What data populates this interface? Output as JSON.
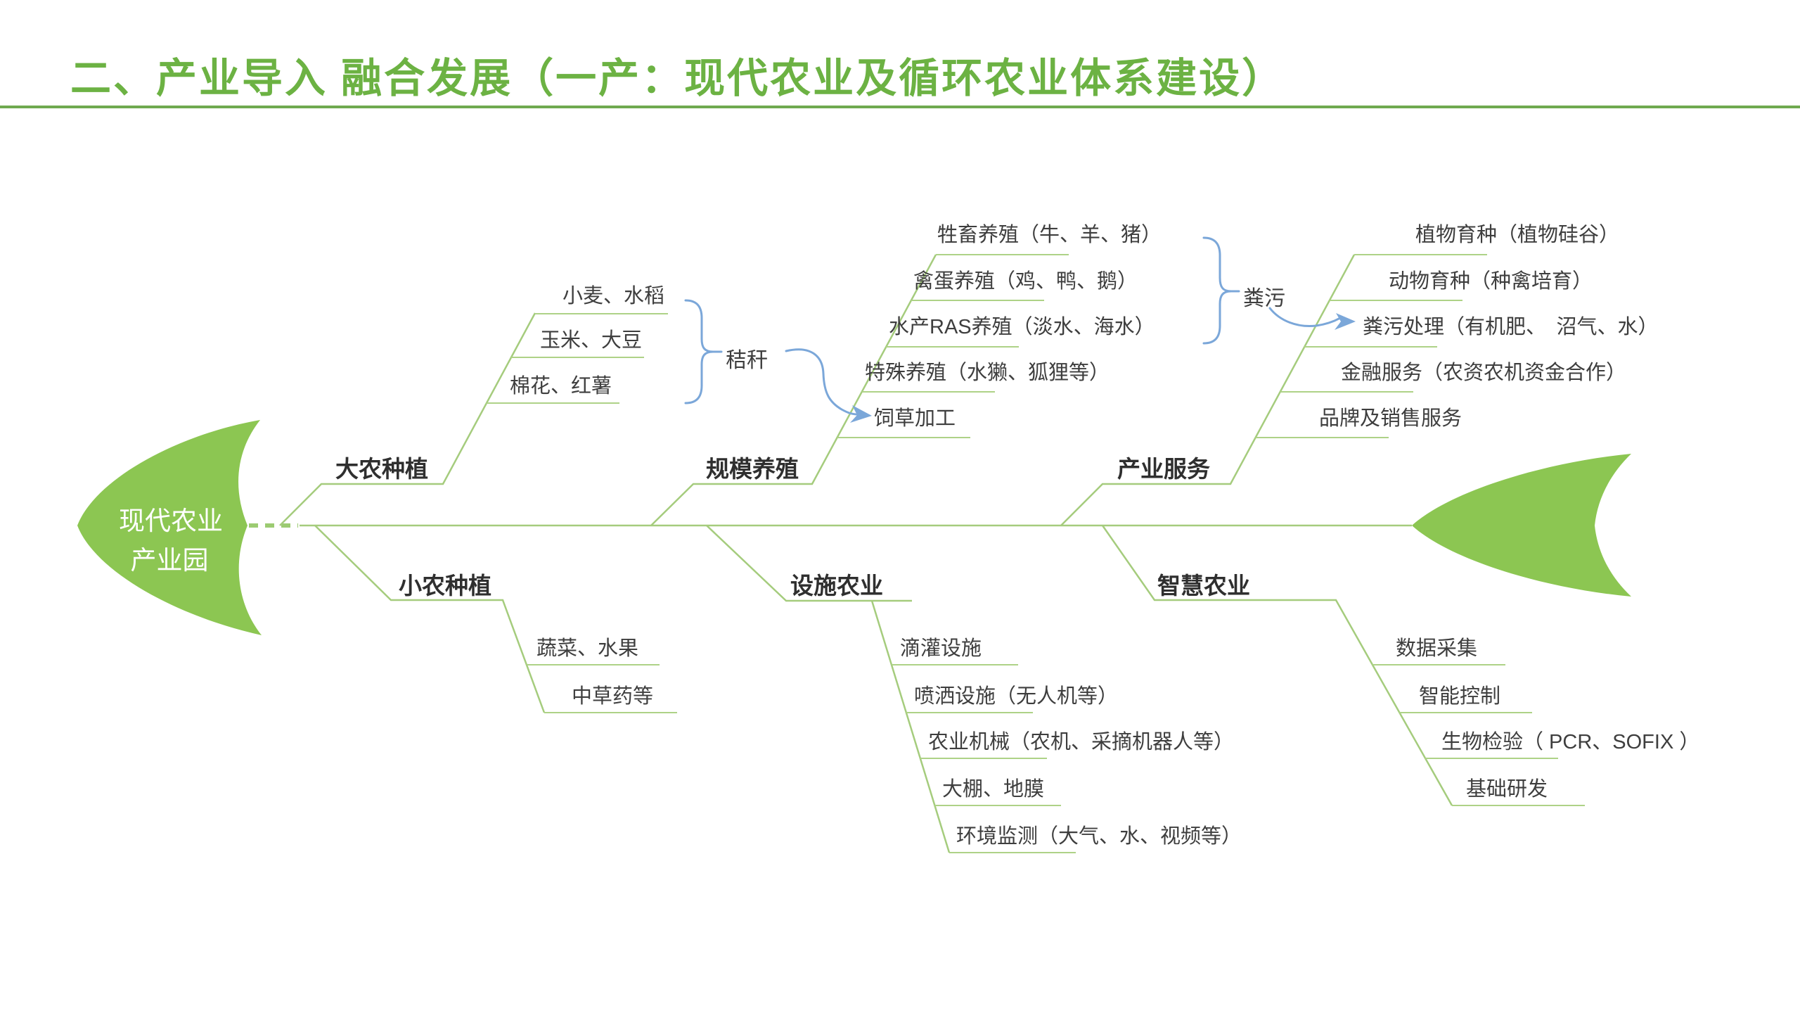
{
  "title": "二、产业导入 融合发展（一产：现代农业及循环农业体系建设）",
  "fish": {
    "head_line1": "现代农业",
    "head_line2": "产业园"
  },
  "colors": {
    "title_green": "#6cb243",
    "shape_green": "#8cc652",
    "line_green": "#a5cc7d",
    "dash_green": "#9ccb72",
    "annotation_blue": "#7ba7d9",
    "text_dark": "#3e3e3e"
  },
  "branches": [
    {
      "label": "大农种植",
      "side": "top",
      "items": [
        {
          "text": "小麦、水稻"
        },
        {
          "text": "玉米、大豆"
        },
        {
          "text": "棉花、红薯"
        }
      ]
    },
    {
      "label": "规模养殖",
      "side": "top",
      "items": [
        {
          "text": "牲畜养殖（牛、羊、猪）"
        },
        {
          "text": "禽蛋养殖（鸡、鸭、鹅）"
        },
        {
          "text": "水产RAS养殖（淡水、海水）"
        },
        {
          "text": "特殊养殖（水獭、狐狸等）"
        },
        {
          "text": "饲草加工"
        }
      ]
    },
    {
      "label": "产业服务",
      "side": "top",
      "items": [
        {
          "text": "植物育种（植物硅谷）"
        },
        {
          "text": "动物育种（种禽培育）"
        },
        {
          "text": "粪污处理（有机肥、　沼气、水）"
        },
        {
          "text": "金融服务（农资农机资金合作）"
        },
        {
          "text": "品牌及销售服务"
        }
      ]
    },
    {
      "label": "小农种植",
      "side": "bottom",
      "items": [
        {
          "text": "蔬菜、水果"
        },
        {
          "text": "中草药等"
        }
      ]
    },
    {
      "label": "设施农业",
      "side": "bottom",
      "items": [
        {
          "text": "滴灌设施"
        },
        {
          "text": "喷洒设施（无人机等）"
        },
        {
          "text": "农业机械（农机、采摘机器人等）"
        },
        {
          "text": "大棚、地膜"
        },
        {
          "text": "环境监测（大气、水、视频等）"
        }
      ]
    },
    {
      "label": "智慧农业",
      "side": "bottom",
      "items": [
        {
          "text": "数据采集"
        },
        {
          "text": "智能控制"
        },
        {
          "text": "生物检验（ PCR、SOFIX ）"
        },
        {
          "text": "基础研发"
        }
      ]
    }
  ],
  "annotations": {
    "straw": "秸秆",
    "manure": "粪污"
  }
}
